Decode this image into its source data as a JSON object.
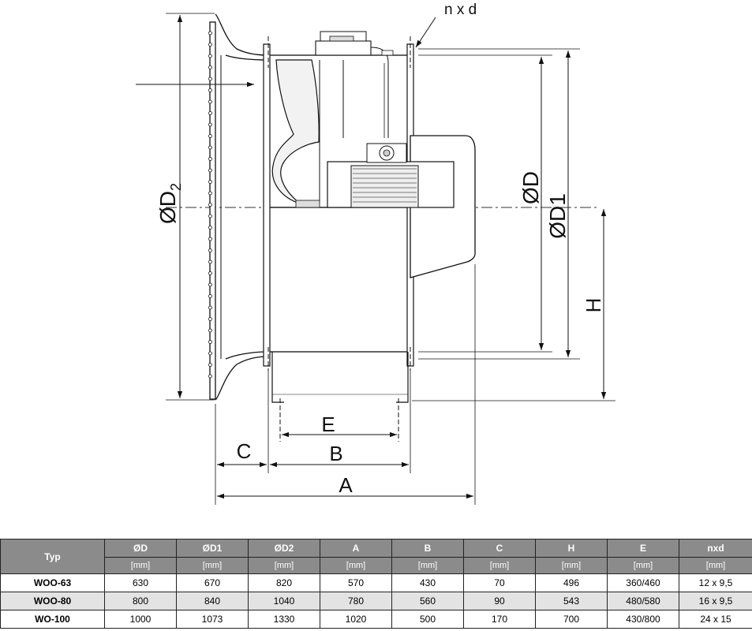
{
  "labels": {
    "nxd": "n x d",
    "D2": "ØD",
    "D2_sub": "2",
    "D": "ØD",
    "D1": "ØD1",
    "H": "H",
    "E": "E",
    "C": "C",
    "B": "B",
    "A": "A"
  },
  "table": {
    "typ_header": "Typ",
    "columns": [
      "ØD",
      "ØD1",
      "ØD2",
      "A",
      "B",
      "C",
      "H",
      "E",
      "nxd"
    ],
    "units": [
      "[mm]",
      "[mm]",
      "[mm]",
      "[mm]",
      "[mm]",
      "[mm]",
      "[mm]",
      "[mm]",
      "[mm]"
    ],
    "rows": [
      {
        "typ": "WOO-63",
        "values": [
          "630",
          "670",
          "820",
          "570",
          "430",
          "70",
          "496",
          "360/460",
          "12 x 9,5"
        ]
      },
      {
        "typ": "WOO-80",
        "values": [
          "800",
          "840",
          "1040",
          "780",
          "560",
          "90",
          "543",
          "480/580",
          "16 x 9,5"
        ]
      },
      {
        "typ": "WO-100",
        "values": [
          "1000",
          "1073",
          "1330",
          "1020",
          "500",
          "170",
          "700",
          "430/800",
          "24 x 15"
        ]
      }
    ]
  }
}
